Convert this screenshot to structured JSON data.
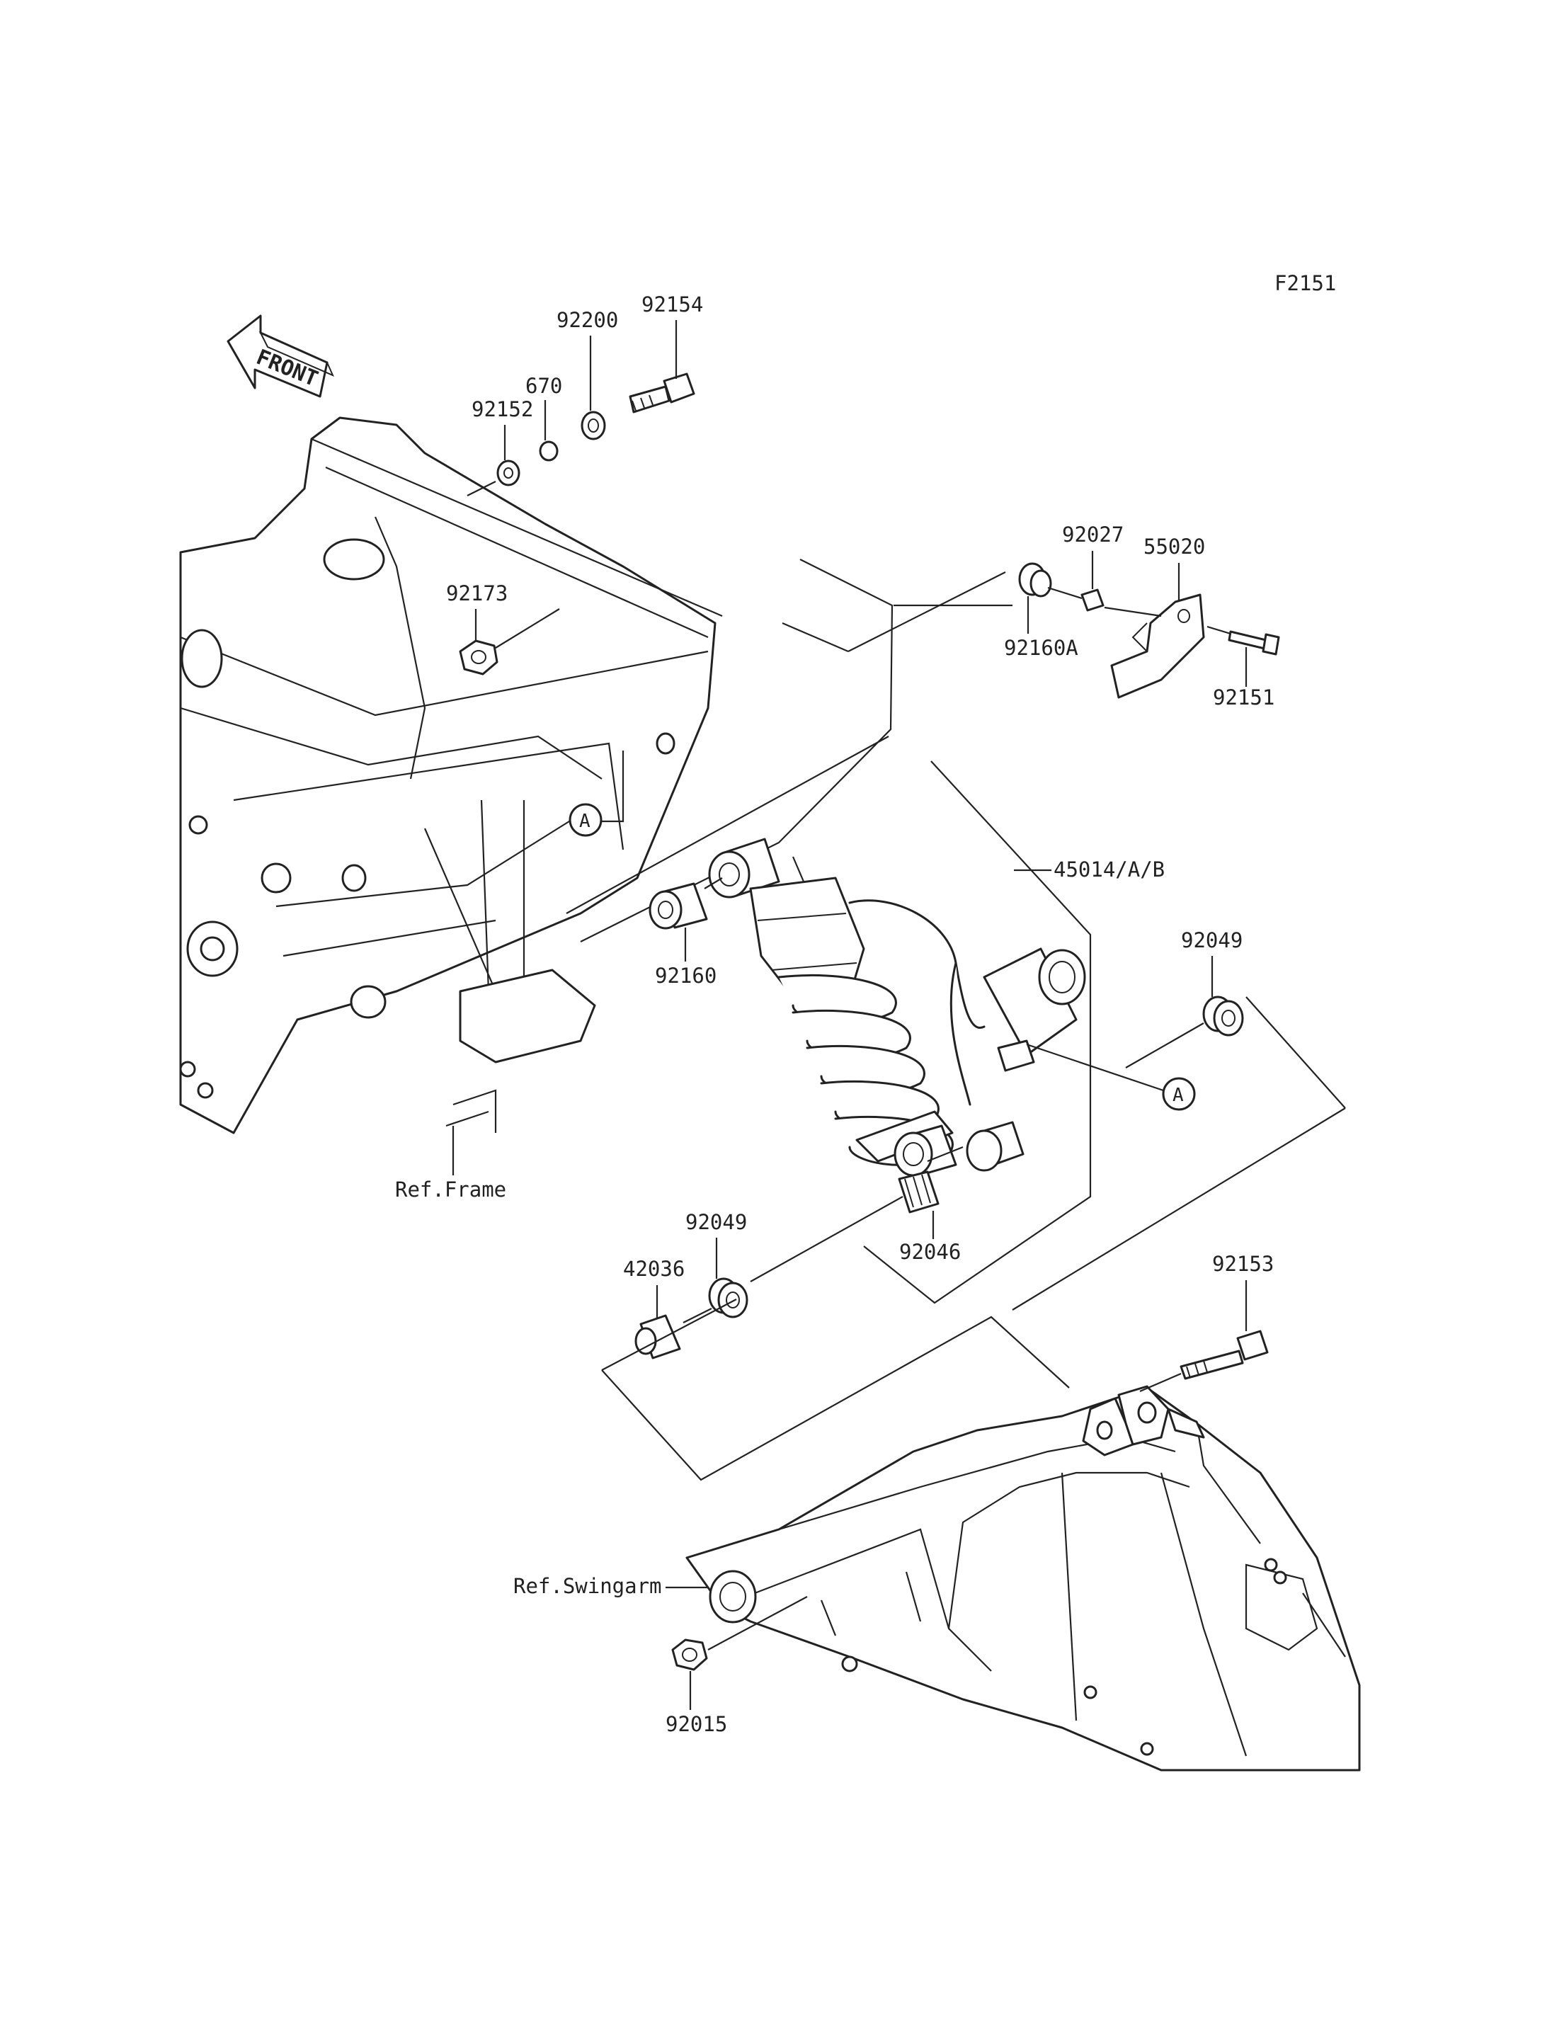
{
  "figure_code": "F2151",
  "front_label": "FRONT",
  "parts": {
    "p92154": "92154",
    "p92200": "92200",
    "p670": "670",
    "p92152": "92152",
    "p92173": "92173",
    "p92027": "92027",
    "p55020": "55020",
    "p92160A": "92160A",
    "p92151": "92151",
    "p45014": "45014/A/B",
    "p92049_top": "92049",
    "p92160": "92160",
    "p92046": "92046",
    "p92049_bottom": "92049",
    "p42036": "42036",
    "p92153": "92153",
    "p92015": "92015"
  },
  "references": {
    "frame": "Ref.Frame",
    "swingarm": "Ref.Swingarm"
  },
  "callout_a": "A",
  "colors": {
    "line": "#222222",
    "background": "#ffffff"
  }
}
